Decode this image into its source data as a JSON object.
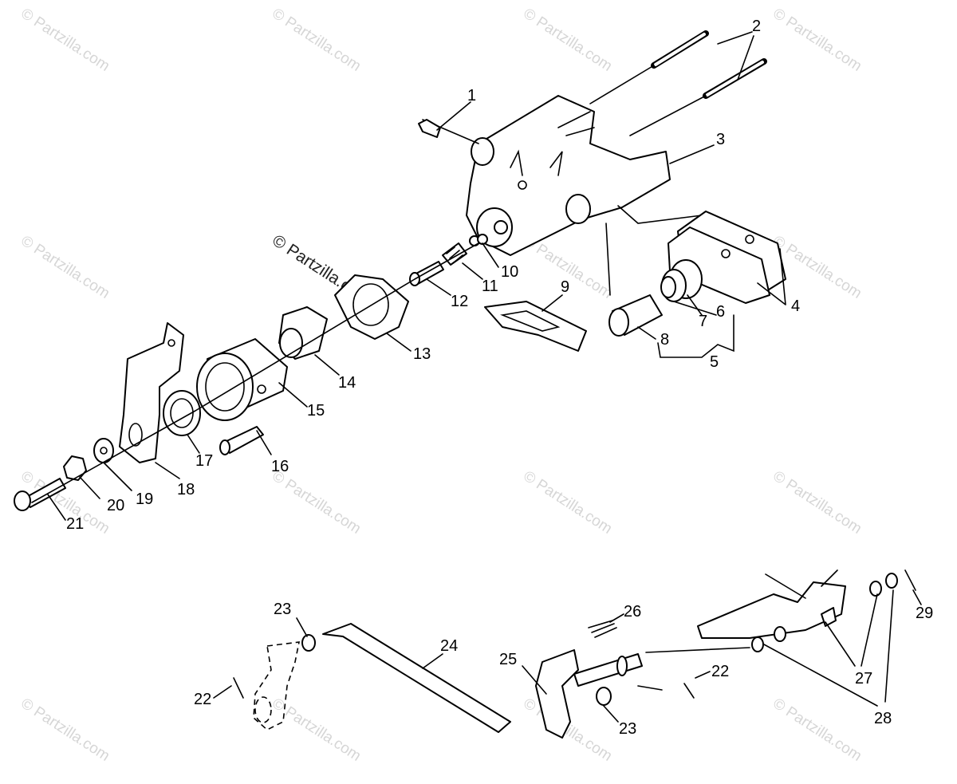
{
  "watermark": "© Partzilla.com",
  "center_watermark": "© Partzilla.com",
  "callouts": [
    "1",
    "2",
    "3",
    "4",
    "5",
    "6",
    "7",
    "8",
    "9",
    "10",
    "11",
    "12",
    "13",
    "14",
    "15",
    "16",
    "17",
    "18",
    "19",
    "20",
    "21",
    "22",
    "22",
    "23",
    "23",
    "24",
    "25",
    "26",
    "27",
    "28",
    "29"
  ]
}
